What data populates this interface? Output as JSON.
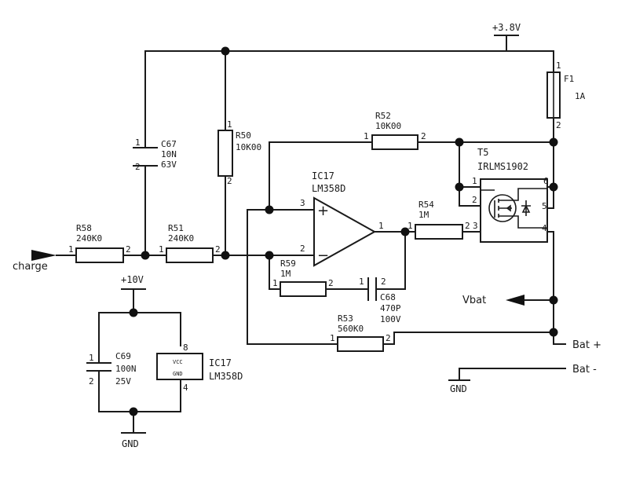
{
  "supply": {
    "label": "+3.8V"
  },
  "fuse": {
    "ref": "F1",
    "value": "1A",
    "pin1": "1",
    "pin2": "2"
  },
  "r50": {
    "ref": "R50",
    "value": "10K00",
    "pin1": "1",
    "pin2": "2"
  },
  "c67": {
    "ref": "C67",
    "value": "10N",
    "voltage": "63V",
    "pin1": "1",
    "pin2": "2"
  },
  "r52": {
    "ref": "R52",
    "value": "10K00",
    "pin1": "1",
    "pin2": "2"
  },
  "t5": {
    "ref": "T5",
    "part": "IRLMS1902",
    "pins": [
      "1",
      "2",
      "6",
      "5",
      "3",
      "4"
    ]
  },
  "ic17a": {
    "ref": "IC17",
    "part": "LM358D",
    "pin3": "3",
    "pin2": "2",
    "pin1": "1",
    "plus": "+",
    "minus": "−"
  },
  "r54": {
    "ref": "R54",
    "value": "1M",
    "pin1": "1",
    "pin2": "2"
  },
  "r58": {
    "ref": "R58",
    "value": "240K0",
    "pin1": "1",
    "pin2": "2"
  },
  "r51": {
    "ref": "R51",
    "value": "240K0",
    "pin1": "1",
    "pin2": "2"
  },
  "r59": {
    "ref": "R59",
    "value": "1M",
    "pin1": "1",
    "pin2": "2"
  },
  "c68": {
    "ref": "C68",
    "value": "470P",
    "voltage": "100V",
    "pin1": "1",
    "pin2": "2"
  },
  "r53": {
    "ref": "R53",
    "value": "560K0",
    "pin1": "1",
    "pin2": "2"
  },
  "charge": {
    "label": "charge"
  },
  "vbat": {
    "label": "Vbat"
  },
  "bat_plus": {
    "label": "Bat +"
  },
  "bat_minus": {
    "label": "Bat -"
  },
  "gnd_right": {
    "label": "GND"
  },
  "plus10v": {
    "label": "+10V"
  },
  "c69": {
    "ref": "C69",
    "value": "100N",
    "voltage": "25V",
    "pin1": "1",
    "pin2": "2"
  },
  "ic17b": {
    "ref": "IC17",
    "part": "LM358D",
    "vcc": "VCC",
    "gnd": "GND",
    "pin8": "8",
    "pin4": "4"
  },
  "gnd_bottom": {
    "label": "GND"
  }
}
